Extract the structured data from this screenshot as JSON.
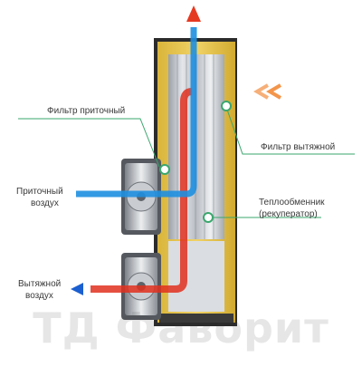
{
  "labels": {
    "filter_supply": "Фильтр приточный",
    "filter_exhaust": "Фильтр вытяжной",
    "supply_air": [
      "Приточный",
      "воздух"
    ],
    "exhaust_air": [
      "Вытяжной",
      "воздух"
    ],
    "heat_exchanger": [
      "Теплообменник",
      "(рекуператор)"
    ]
  },
  "watermark": "ТД Фаворит",
  "colors": {
    "leader_line": "#3aa76d",
    "insulation": "#e8c64a",
    "hot_flow": "#e0301e",
    "warm_flow": "#f07a1e",
    "cold_flow": "#1b6fd6",
    "housing": "#2e2e2e"
  }
}
